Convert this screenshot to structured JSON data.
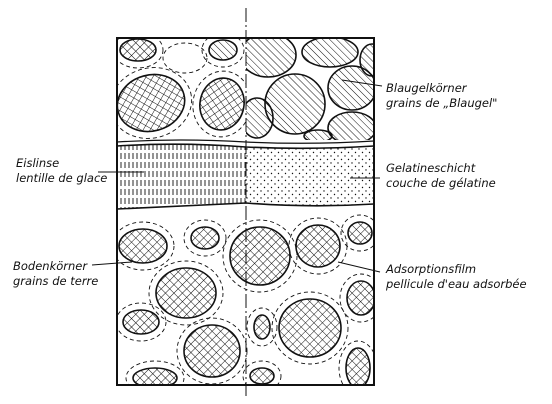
{
  "colors": {
    "ink": "#111111",
    "paper": "#ffffff"
  },
  "labels": {
    "blaugel_de": "Blaugelkörner",
    "blaugel_fr": "grains de „Blaugel\"",
    "eislinse_de": "Eislinse",
    "eislinse_fr": "lentille de glace",
    "gelatine_de": "Gelatineschicht",
    "gelatine_fr": "couche de gélatine",
    "boden_de": "Bodenkörner",
    "boden_fr": "grains de terre",
    "adsorption_de": "Adsorptionsfilm",
    "adsorption_fr": "pellicule d'eau adsorbée"
  }
}
